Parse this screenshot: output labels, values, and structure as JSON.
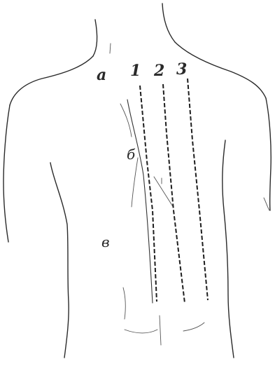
{
  "figure": {
    "labels": {
      "a": "a",
      "line1": "1",
      "line2": "2",
      "line3": "3",
      "b": "б",
      "v": "в"
    }
  }
}
